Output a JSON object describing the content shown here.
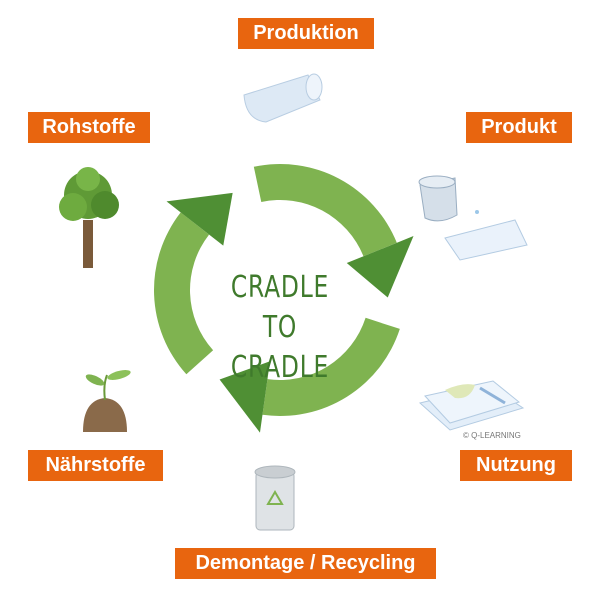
{
  "title": "Cradle to Cradle",
  "center_text": {
    "line1": "CRADLE TO",
    "line2": "CRADLE"
  },
  "stages": {
    "produktion": "Produktion",
    "produkt": "Produkt",
    "nutzung": "Nutzung",
    "recycling": "Demontage / Recycling",
    "naehrstoffe": "Nährstoffe",
    "rohstoffe": "Rohstoffe"
  },
  "copyright": "© Q-LEARNING",
  "colors": {
    "label_bg": "#e8650f",
    "arrow_light": "#7fb350",
    "arrow_dark": "#4f8f34",
    "text_green": "#3f7a2c"
  }
}
